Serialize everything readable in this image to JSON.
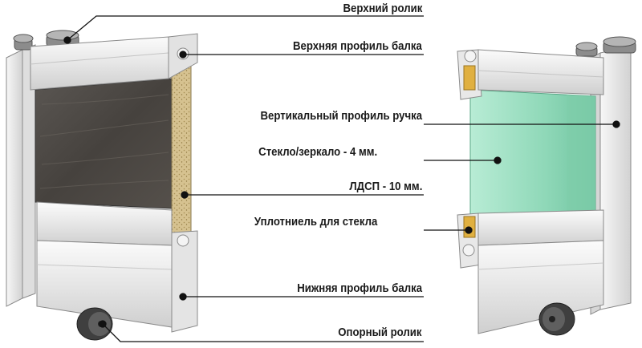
{
  "labels": {
    "top_roller": "Верхний ролик",
    "top_profile_beam": "Верхняя профиль балка",
    "vertical_handle_profile": "Вертикальный профиль ручка",
    "glass_mirror": "Стекло/зеркало - 4 мм.",
    "ldsp": "ЛДСП - 10 мм.",
    "glass_seal": "Уплотниель для стекла",
    "bottom_profile_beam": "Нижняя профиль балка",
    "support_roller": "Опорный ролик"
  },
  "colors": {
    "aluminum_light": "#efefef",
    "aluminum_mid": "#d9d9d9",
    "aluminum_dark": "#bdbdbd",
    "outline": "#8a8a8a",
    "wood_panel": "#4a4642",
    "chipboard": "#cdb88a",
    "glass": "#9fe0c2",
    "seal": "#e0b040",
    "roller": "#4d4d4d",
    "leader_line": "#111111"
  }
}
